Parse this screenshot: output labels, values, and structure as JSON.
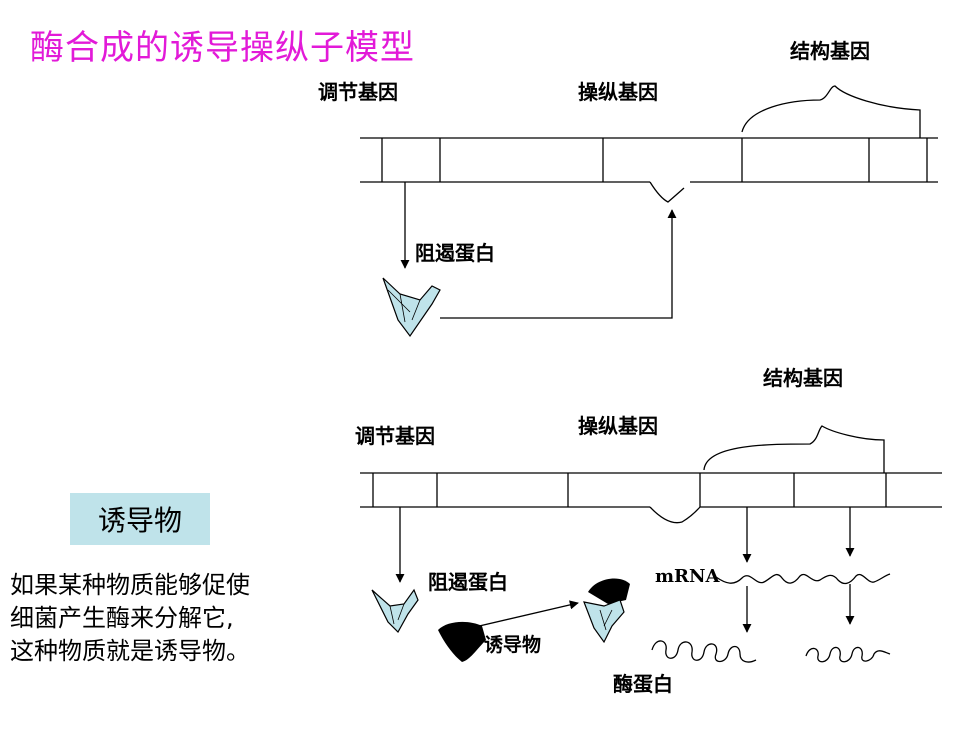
{
  "title": "酶合成的诱导操纵子模型",
  "top_diagram": {
    "structural_gene_label": "结构基因",
    "regulatory_gene_label": "调节基因",
    "operator_gene_label": "操纵基因",
    "repressor_label": "阻遏蛋白"
  },
  "bottom_diagram": {
    "structural_gene_label": "结构基因",
    "regulatory_gene_label": "调节基因",
    "operator_gene_label": "操纵基因",
    "repressor_label": "阻遏蛋白",
    "inducer_label": "诱导物",
    "mrna_label": "mRNA",
    "enzyme_label": "酶蛋白"
  },
  "inducer_box_label": "诱导物",
  "description_lines": [
    "如果某种物质能够促使",
    "细菌产生酶来分解它,",
    "这种物质就是诱导物。"
  ],
  "colors": {
    "title": "#e21ad8",
    "protein_fill": "#bfe3ea",
    "inducer_box": "#bfe3ea"
  }
}
